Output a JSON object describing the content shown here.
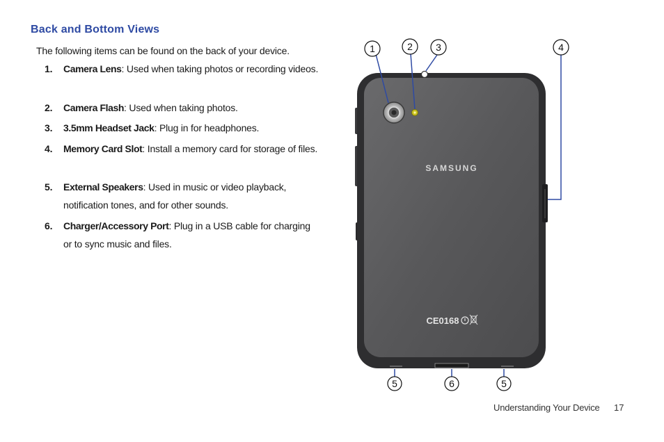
{
  "section": {
    "title": "Back and Bottom Views",
    "intro": "The following items can be found on the back of your device."
  },
  "items": [
    {
      "num": "1.",
      "term": "Camera Lens",
      "text": ": Used when taking photos or recording videos."
    },
    {
      "num": "2.",
      "term": "Camera Flash",
      "text": ": Used when taking photos."
    },
    {
      "num": "3.",
      "term": "3.5mm Headset Jack",
      "text": ": Plug in for headphones."
    },
    {
      "num": "4.",
      "term": "Memory Card Slot",
      "text": ": Install a memory card for storage of files."
    },
    {
      "num": "5.",
      "term": "External Speakers",
      "text": ": Used in music or video playback, notification tones, and for other sounds."
    },
    {
      "num": "6.",
      "term": "Charger/Accessory Port",
      "text": ": Plug in a USB cable for charging or to sync music and files."
    }
  ],
  "device": {
    "brand": "SAMSUNG",
    "certification": "CE0168",
    "callouts": [
      "1",
      "2",
      "3",
      "4",
      "5",
      "6",
      "5"
    ]
  },
  "footer": {
    "title": "Understanding Your Device",
    "page": "17"
  },
  "colors": {
    "heading": "#2e4aa3",
    "callout_line": "#2e4aa3",
    "device_body": "#5a5a5c",
    "device_frame": "#2e2e30"
  }
}
